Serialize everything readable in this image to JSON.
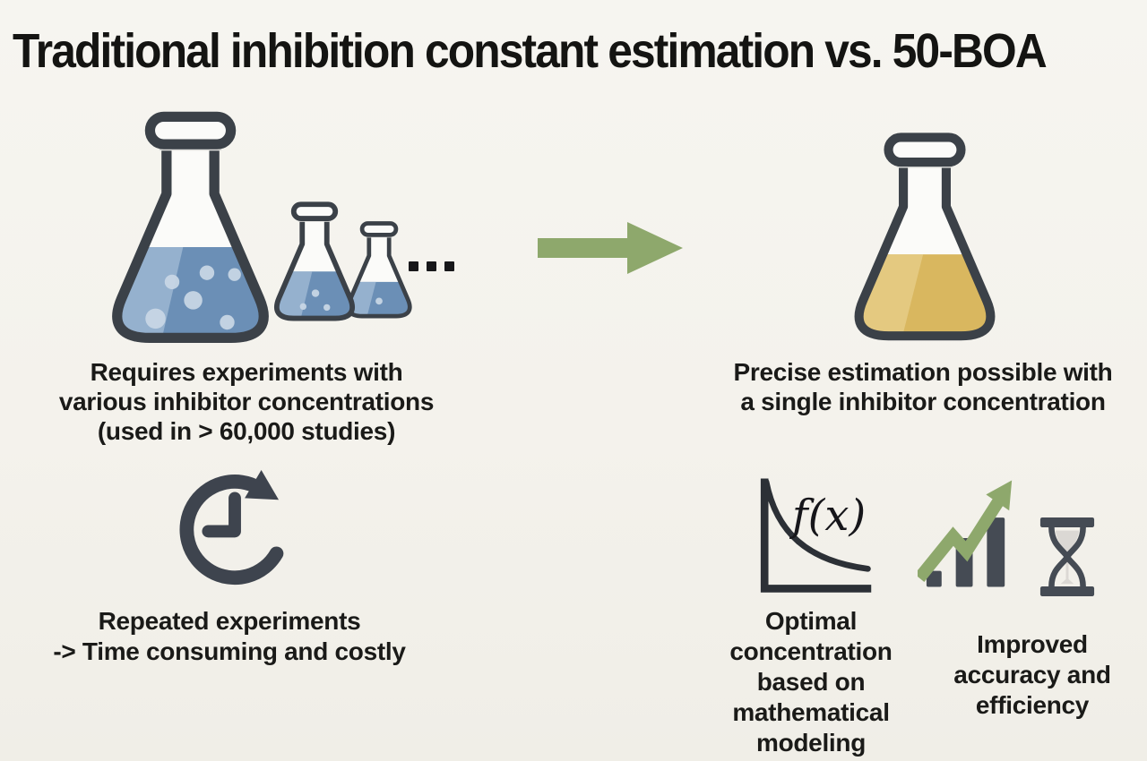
{
  "title": "Traditional inhibition constant estimation vs. 50-BOA",
  "left_panel": {
    "flasks_caption": {
      "line1": "Requires experiments with",
      "line2": "various inhibitor concentrations",
      "line3": "(used in > 60,000 studies)"
    },
    "repeat_caption": {
      "line1": "Repeated experiments",
      "line2": "-> Time consuming and costly"
    }
  },
  "right_panel": {
    "flask_caption": {
      "line1": "Precise estimation possible with",
      "line2": "a single inhibitor concentration"
    },
    "fx_label": "f(x)",
    "optimal_caption": {
      "line1": "Optimal",
      "line2": "concentration",
      "line3": "based on",
      "line4": "mathematical",
      "line5": "modeling"
    },
    "improved_caption": {
      "line1": "Improved",
      "line2": "accuracy and",
      "line3": "efficiency"
    }
  },
  "icons": {
    "left_flasks": "three-erlenmeyer-flasks-blue",
    "ellipsis": "three-square-dots",
    "repeat_clock": "circular-arrow-with-clock",
    "transition": "right-arrow",
    "single_flask": "erlenmeyer-flask-amber",
    "fx_curve": "decay-curve-graph",
    "growth": "rising-bar-chart-with-green-arrow",
    "hourglass": "hourglass"
  },
  "colors": {
    "background": "#f4f2ec",
    "text": "#1a1a18",
    "flask_outline": "#3b4148",
    "flask_fill": "#fbfbf9",
    "blue_liquid": "#6b8fb6",
    "blue_light": "#a3bcd6",
    "bubble": "#c7d6e5",
    "amber_liquid": "#d9b75f",
    "amber_light": "#e6cd88",
    "green": "#8ea86c",
    "icon_dark": "#3e444e",
    "chart_dark": "#2c3036",
    "bar_dark": "#454b54",
    "sand": "#dbd8d4",
    "collar": "#dfdfdc"
  }
}
